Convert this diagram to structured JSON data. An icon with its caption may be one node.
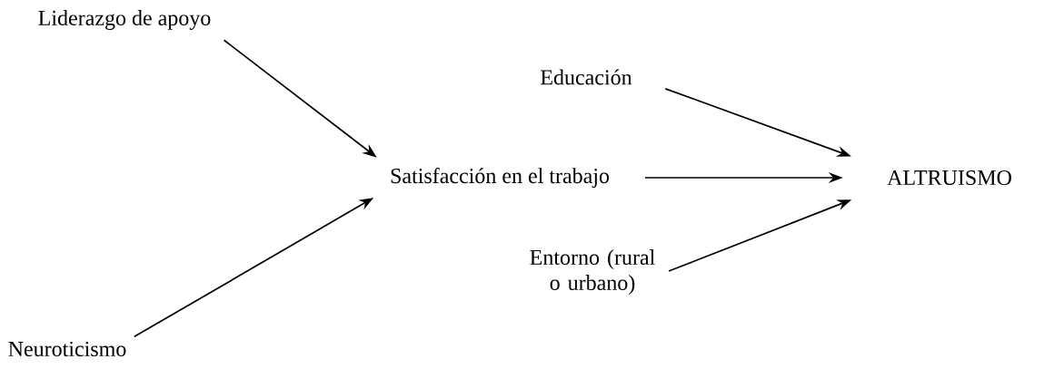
{
  "diagram": {
    "nodes": [
      {
        "text": [
          "Liderazgo de apoyo"
        ]
      },
      {
        "text": [
          "Educación"
        ]
      },
      {
        "text": [
          "Satisfacción en el trabajo"
        ]
      },
      {
        "text": [
          "ALTRUISMO"
        ]
      },
      {
        "text": [
          "Entorno (rural o urbano)"
        ]
      },
      {
        "text": [
          "Neuroticismo"
        ]
      }
    ],
    "edges": [
      {
        "from": 0,
        "to": 2,
        "arrow": "to"
      },
      {
        "from": 5,
        "to": 2,
        "arrow": "to"
      },
      {
        "from": 1,
        "to": 3,
        "arrow": "to"
      },
      {
        "from": 2,
        "to": 3,
        "arrow": "to"
      },
      {
        "from": 4,
        "to": 3,
        "arrow": "to"
      }
    ]
  }
}
